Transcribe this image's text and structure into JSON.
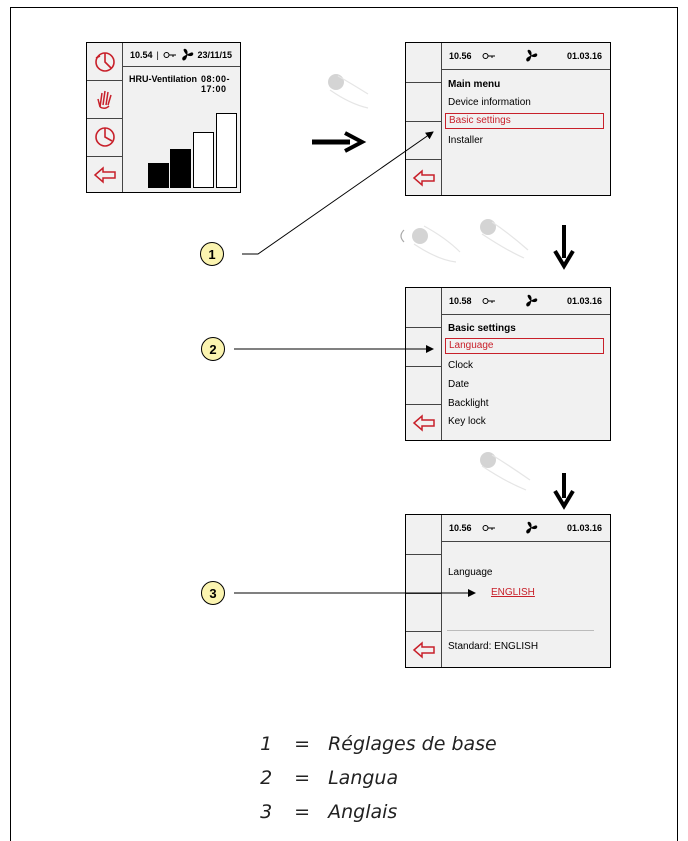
{
  "screen1": {
    "time": "10.54",
    "date": "23/11/15",
    "program_label": "HRU-Ventilation",
    "program_time": "08:00-17:00",
    "fan_levels": [
      {
        "level": 1,
        "filled": true
      },
      {
        "level": 2,
        "filled": true
      },
      {
        "level": 3,
        "filled": false
      },
      {
        "level": 4,
        "filled": false
      }
    ]
  },
  "screen2": {
    "time": "10.56",
    "date": "01.03.16",
    "title": "Main menu",
    "items": [
      "Device information",
      "Basic settings",
      "Installer"
    ],
    "selected_index": 1
  },
  "screen3": {
    "time": "10.58",
    "date": "01.03.16",
    "title": "Basic settings",
    "items": [
      "Language",
      "Clock",
      "Date",
      "Backlight",
      "Key lock"
    ],
    "selected_index": 0
  },
  "screen4": {
    "time": "10.56",
    "date": "01.03.16",
    "field_label": "Language",
    "value": "ENGLISH",
    "standard": "Standard: ENGLISH"
  },
  "callouts": [
    "1",
    "2",
    "3"
  ],
  "legend": [
    {
      "num": "1",
      "eq": "=",
      "text": "Réglages de base"
    },
    {
      "num": "2",
      "eq": "=",
      "text": "Langua"
    },
    {
      "num": "3",
      "eq": "=",
      "text": "Anglais"
    }
  ],
  "colors": {
    "accent": "#c8202a",
    "screen_bg": "#f1f1f1",
    "callout_fill": "#fbf4b0"
  }
}
